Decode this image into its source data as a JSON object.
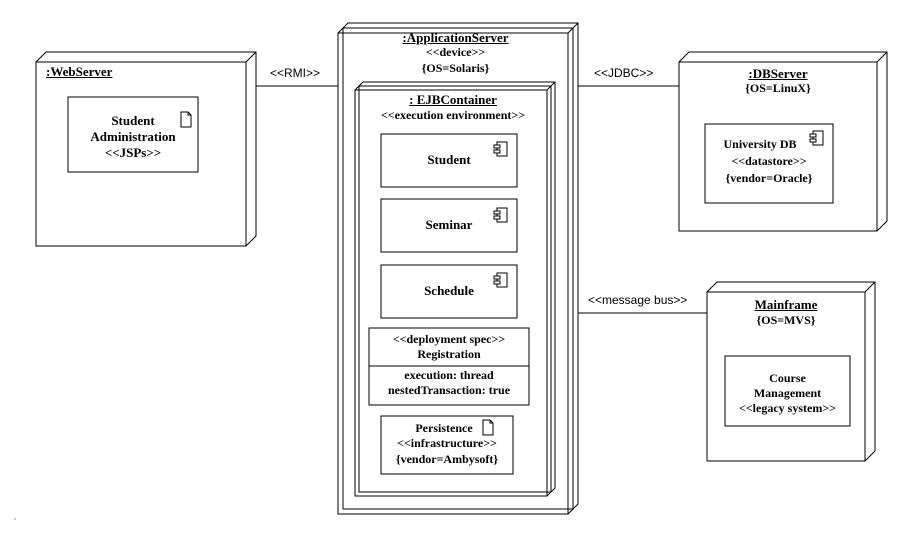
{
  "webserver": {
    "title": ":WebServer",
    "component": {
      "line1": "Student",
      "line2": "Administration",
      "stereotype": "<<JSPs>>",
      "icon": "document-icon"
    }
  },
  "appserver": {
    "title": ":ApplicationServer",
    "stereotype": "<<device>>",
    "tag": "{OS=Solaris}",
    "container": {
      "title": ": EJBContainer",
      "stereotype": "<<execution environment>>",
      "components": [
        {
          "name": "Student",
          "icon": "component-icon"
        },
        {
          "name": "Seminar",
          "icon": "component-icon"
        },
        {
          "name": "Schedule",
          "icon": "component-icon"
        }
      ],
      "deployment_spec": {
        "stereotype": "<<deployment spec>>",
        "name": "Registration",
        "prop1": "execution: thread",
        "prop2": "nestedTransaction: true"
      },
      "persistence": {
        "name": "Persistence",
        "stereotype": "<<infrastructure>>",
        "tag": "{vendor=Ambysoft}",
        "icon": "document-icon"
      }
    }
  },
  "dbserver": {
    "title": ":DBServer",
    "tag": "{OS=LinuX}",
    "component": {
      "name": "University DB",
      "stereotype": "<<datastore>>",
      "tag": "{vendor=Oracle}",
      "icon": "component-icon"
    }
  },
  "mainframe": {
    "title": "Mainframe",
    "tag": "{OS=MVS}",
    "component": {
      "line1": "Course",
      "line2": "Management",
      "stereotype": "<<legacy system>>"
    }
  },
  "connectors": {
    "rmi": "<<RMI>>",
    "jdbc": "<<JDBC>>",
    "bus": "<<message bus>>"
  }
}
